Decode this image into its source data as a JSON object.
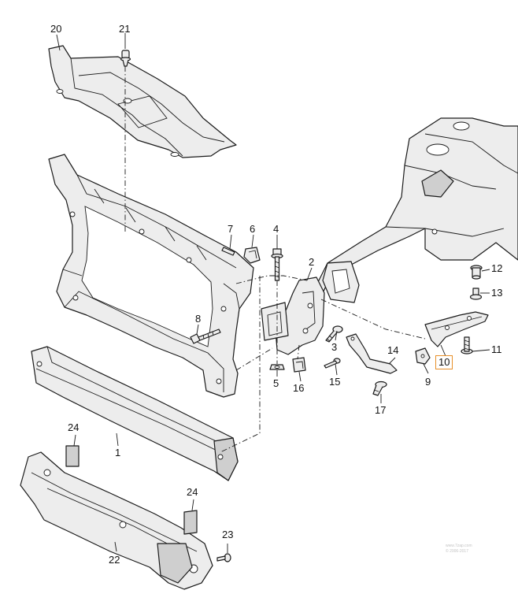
{
  "callouts": {
    "c1": "1",
    "c2": "2",
    "c3": "3",
    "c4": "4",
    "c5": "5",
    "c6": "6",
    "c7": "7",
    "c8": "8",
    "c9": "9",
    "c10": "10",
    "c11": "11",
    "c12": "12",
    "c13": "13",
    "c14": "14",
    "c15": "15",
    "c16": "16",
    "c17": "17",
    "c20": "20",
    "c21": "21",
    "c22": "22",
    "c23": "23",
    "c24a": "24",
    "c24b": "24"
  },
  "highlighted_callout": "10",
  "colors": {
    "highlight_box": "#e8902a",
    "line": "#1a1a1a",
    "part_fill": "#ededed"
  },
  "watermark": {
    "line1": "www.7zap.com",
    "line2": "© 2006-2017"
  }
}
